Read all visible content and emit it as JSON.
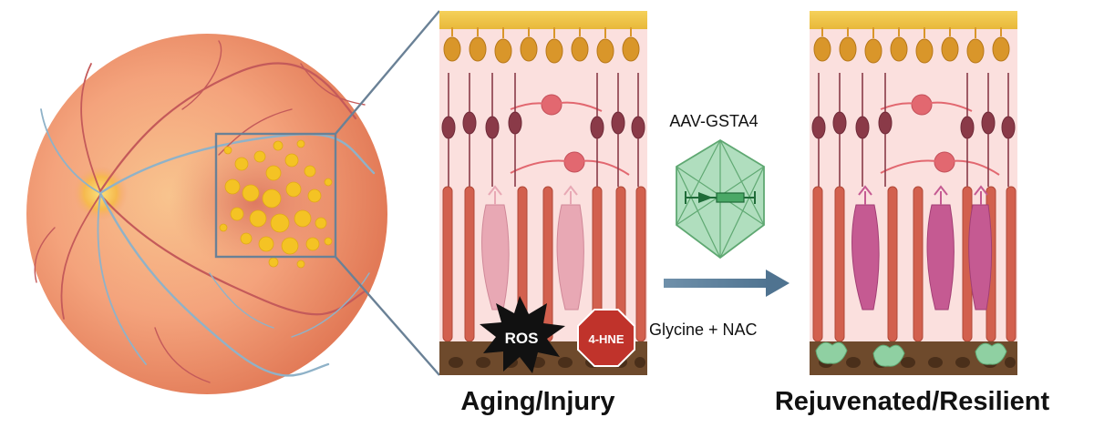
{
  "labels": {
    "vector": "AAV-GSTA4",
    "treatment": "Glycine + NAC",
    "ros": "ROS",
    "hne": "4-HNE",
    "left_caption": "Aging/Injury",
    "right_caption": "Rejuvenated/Resilient"
  },
  "colors": {
    "fundus": "#f2a07a",
    "fundus_edge": "#e07a55",
    "optic_disc": "#f6c25a",
    "vessel_artery": "#c45a5a",
    "vessel_vein": "#8fb2c8",
    "drusen": "#f4c324",
    "zoom_box": "#6a8196",
    "background_pink": "#fbe0de",
    "ganglion_cell": "#d9962a",
    "bipolar_cell": "#8a3a48",
    "horizontal_cell": "#e26870",
    "rod": "#d2604e",
    "cone_aged": "#e8a8b4",
    "cone_healthy": "#c55a92",
    "rpe": "#6e4a2c",
    "ros_burst": "#111111",
    "hne_stop": "#c0332b",
    "capsid": "#7bc58a",
    "arrow": "#5a7c98",
    "rpe_green": "#8fd0a2"
  }
}
